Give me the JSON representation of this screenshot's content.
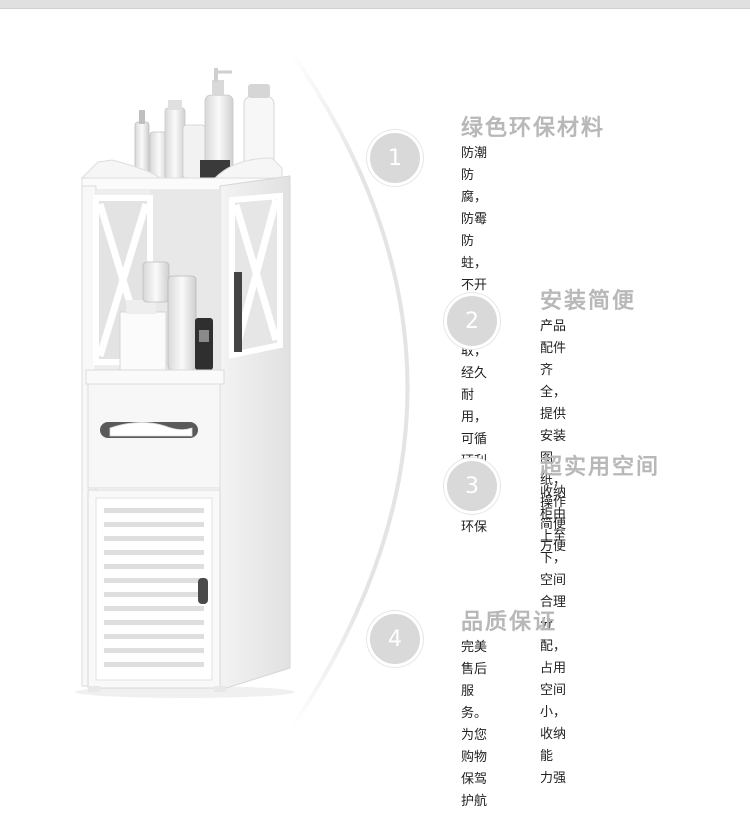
{
  "features": [
    {
      "number": "1",
      "title": "绿色环保材料",
      "lines": [
        "防潮防腐，防霉防蛀，不开裂，",
        "不翘取，经久耐用，可循环利用，",
        "健康环保"
      ]
    },
    {
      "number": "2",
      "title": "安装简便",
      "lines": [
        "产品配件齐全，提供安装",
        "图纸，操作简便方便"
      ]
    },
    {
      "number": "3",
      "title": "超实用空间",
      "lines": [
        "收纳柜由上至下，空间合理",
        "分配，占用空间小，收纳能",
        "力强"
      ]
    },
    {
      "number": "4",
      "title": "品质保证",
      "lines": [
        "完美售后服务。为您购物保驾",
        "护航"
      ]
    }
  ],
  "colors": {
    "circle": "#d9d9d9",
    "title": "#b8b8b8",
    "text": "#222222",
    "arc": "#e2e2e2"
  }
}
